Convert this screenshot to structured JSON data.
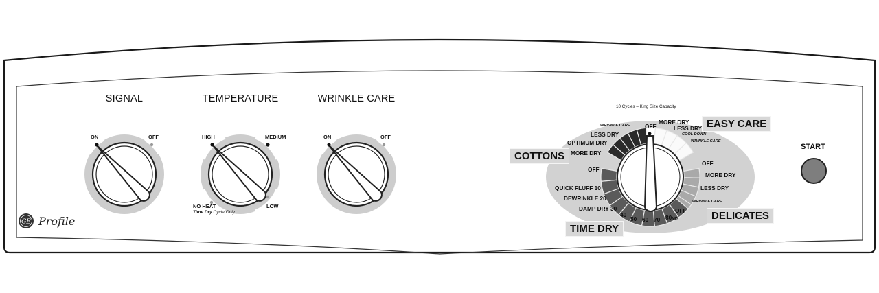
{
  "brand": {
    "name": "Profile",
    "logo_icon": "ge-logo-icon"
  },
  "knobs": {
    "signal": {
      "title": "SIGNAL",
      "on": "ON",
      "off": "OFF"
    },
    "temperature": {
      "title": "TEMPERATURE",
      "high": "HIGH",
      "medium": "MEDIUM",
      "no_heat": "NO HEAT",
      "low": "LOW",
      "time_dry_note_a": "Time Dry",
      "time_dry_note_b": "Cycle Only"
    },
    "wrinkle": {
      "title": "WRINKLE CARE",
      "on": "ON",
      "off": "OFF"
    }
  },
  "cycle_dial": {
    "capacity_note": "10 Cycles – King Size Capacity",
    "groups": {
      "cottons": "COTTONS",
      "easy_care": "EASY CARE",
      "time_dry": "TIME DRY",
      "delicates": "DELICATES"
    },
    "cottons_labels": [
      "WRINKLE CARE",
      "LESS DRY",
      "OPTIMUM DRY",
      "MORE DRY",
      "OFF"
    ],
    "time_dry_labels": [
      "QUICK FLUFF 10",
      "DEWRINKLE 20",
      "DAMP DRY 30"
    ],
    "minutes": [
      "40",
      "50",
      "60",
      "70",
      "80"
    ],
    "minutes_unit": "MIN",
    "top_off": "OFF",
    "easy_care_labels": [
      "MORE DRY",
      "LESS DRY",
      "COOL DOWN",
      "WRINKLE CARE"
    ],
    "delicates_labels": [
      "OFF",
      "MORE DRY",
      "LESS DRY",
      "WRINKLE CARE"
    ],
    "bottom_off": "OFF"
  },
  "start": {
    "label": "START"
  },
  "colors": {
    "outline": "#222222",
    "ring": "#cfcfcf",
    "oval": "#d2d2d2",
    "button": "#7e7e7e"
  }
}
